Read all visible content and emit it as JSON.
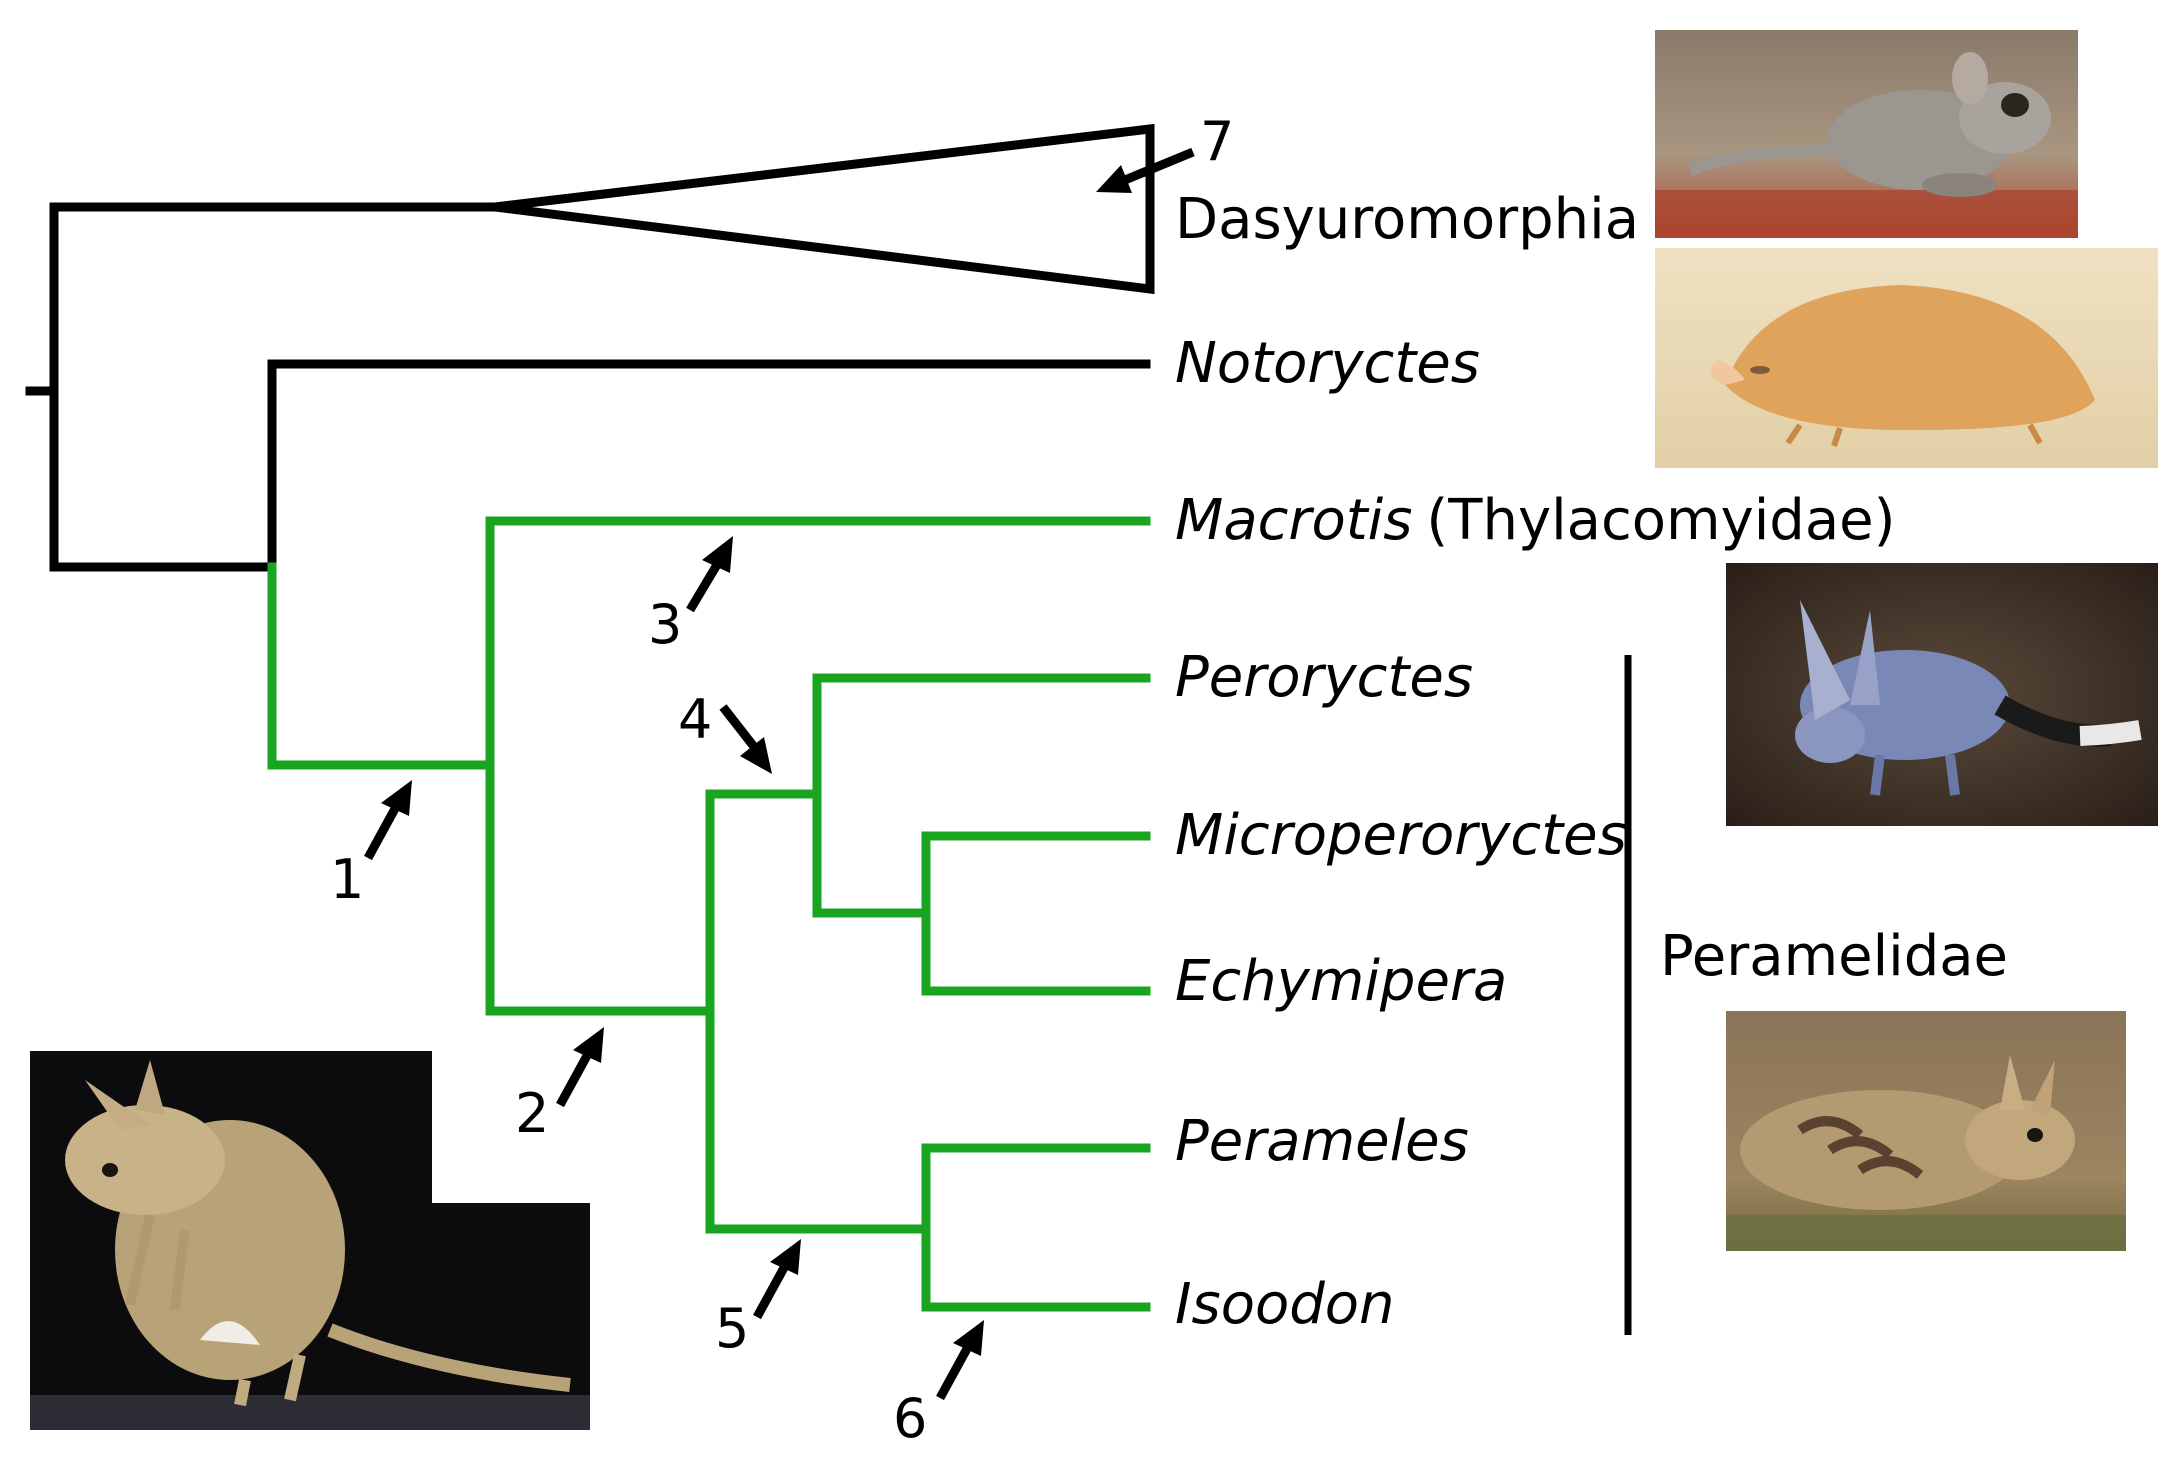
{
  "colors": {
    "outgroup_branch": "#000000",
    "bandicoot_branch": "#1aa521",
    "arrow": "#000000"
  },
  "taxa": {
    "dasyuromorphia": "Dasyuromorphia",
    "notoryctes": "Notoryctes",
    "macrotis": "Macrotis",
    "macrotis_family": "(Thylacomyidae)",
    "peroryctes": "Peroryctes",
    "microperoryctes": "Microperoryctes",
    "echymipera": "Echymipera",
    "perameles": "Perameles",
    "isoodon": "Isoodon"
  },
  "clade": {
    "peramelidae": "Peramelidae"
  },
  "node_numbers": [
    "1",
    "2",
    "3",
    "4",
    "5",
    "6",
    "7"
  ],
  "photos": [
    "dunnart-photo",
    "marsupial-mole-photo",
    "bilby-photo",
    "bandicoot-photo",
    "pig-footed-bandicoot-photo"
  ]
}
